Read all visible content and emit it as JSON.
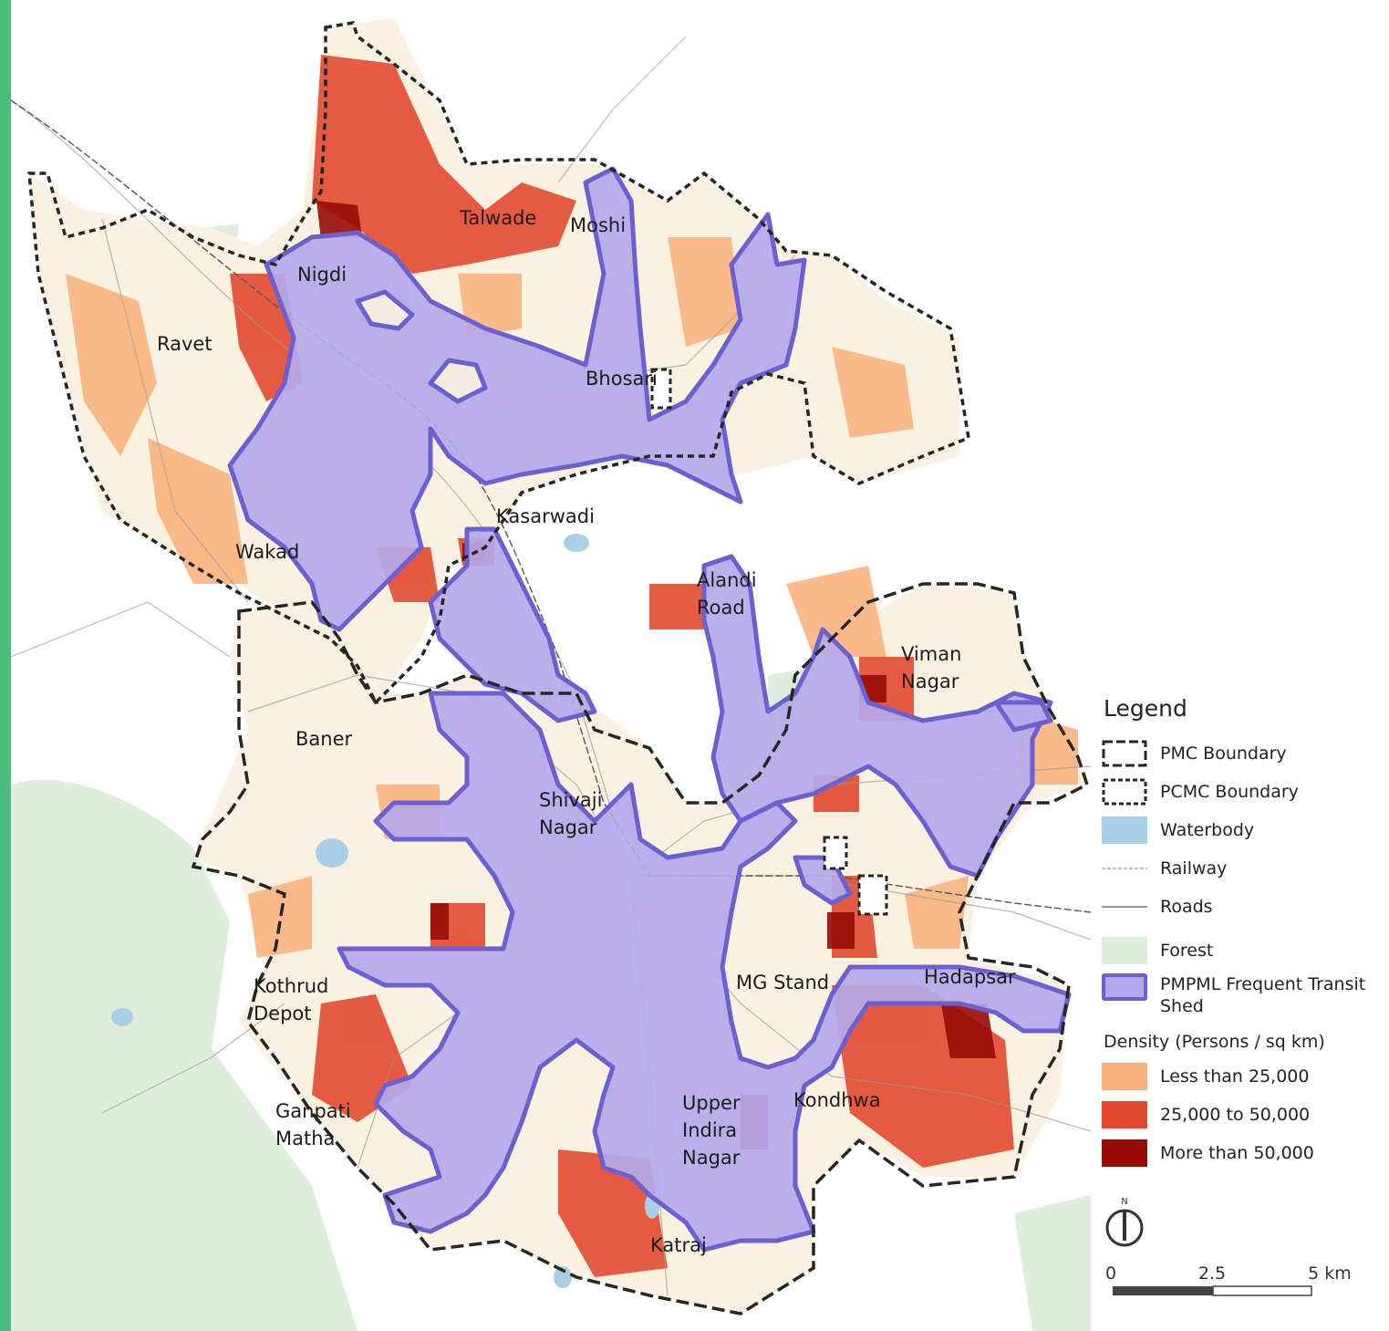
{
  "map": {
    "places": [
      {
        "name": "talwade",
        "label": "Talwade"
      },
      {
        "name": "moshi",
        "label": "Moshi"
      },
      {
        "name": "nigdi",
        "label": "Nigdi"
      },
      {
        "name": "ravet",
        "label": "Ravet"
      },
      {
        "name": "bhosari",
        "label": "Bhosari"
      },
      {
        "name": "kasarwadi",
        "label": "Kasarwadi"
      },
      {
        "name": "wakad",
        "label": "Wakad"
      },
      {
        "name": "alandi-road",
        "label": [
          "Alandi",
          "Road"
        ]
      },
      {
        "name": "viman-nagar",
        "label": [
          "Viman",
          "Nagar"
        ]
      },
      {
        "name": "baner",
        "label": "Baner"
      },
      {
        "name": "shivaji-nagar",
        "label": [
          "Shivaji",
          "Nagar"
        ]
      },
      {
        "name": "kothrud-depot",
        "label": [
          "Kothrud",
          "Depot"
        ]
      },
      {
        "name": "mg-stand",
        "label": "MG Stand"
      },
      {
        "name": "hadapsar",
        "label": "Hadapsar"
      },
      {
        "name": "ganpati-matha",
        "label": [
          "Ganpati",
          "Matha"
        ]
      },
      {
        "name": "upper-indira-nagar",
        "label": [
          "Upper",
          "Indira",
          "Nagar"
        ]
      },
      {
        "name": "kondhwa",
        "label": "Kondhwa"
      },
      {
        "name": "katraj",
        "label": "Katraj"
      }
    ],
    "colors": {
      "transit_fill": "#b4a9ea",
      "transit_stroke": "#6c5fd0",
      "waterbody": "#a9cfe6",
      "forest": "#ddeedb",
      "urban_base": "#fbf1e0",
      "density_low": "#f9b27e",
      "density_mid": "#e2492f",
      "density_high": "#980b05",
      "roads": "#9a9a9a",
      "boundary": "#262626"
    }
  },
  "legend": {
    "title": "Legend",
    "items": [
      {
        "key": "pmc",
        "label": "PMC Boundary"
      },
      {
        "key": "pcmc",
        "label": "PCMC Boundary"
      },
      {
        "key": "waterbody",
        "label": "Waterbody"
      },
      {
        "key": "railway",
        "label": "Railway"
      },
      {
        "key": "roads",
        "label": "Roads"
      },
      {
        "key": "forest",
        "label": "Forest"
      },
      {
        "key": "transit",
        "label": "PMPML Frequent Transit Shed"
      }
    ],
    "density_title": "Density (Persons / sq km)",
    "density": [
      {
        "key": "low",
        "label": "Less than 25,000"
      },
      {
        "key": "mid",
        "label": "25,000 to 50,000"
      },
      {
        "key": "high",
        "label": "More than 50,000"
      }
    ]
  },
  "north_arrow": {
    "label": "N",
    "icon": "north-arrow-icon"
  },
  "scale_bar": {
    "ticks": [
      "0",
      "2.5",
      "5 km"
    ]
  }
}
